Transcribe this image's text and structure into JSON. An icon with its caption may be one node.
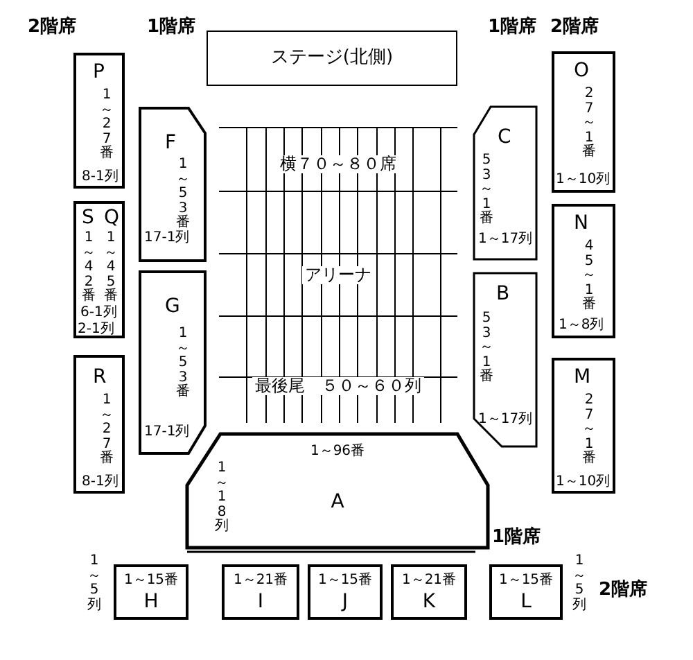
{
  "diagram": {
    "nodes": [
      {
        "text": [
          "ステージ(北側)"
        ]
      },
      {
        "text": [
          "横７０～８０席",
          "アリーナ",
          "最後尾　５０～６０列"
        ]
      },
      {
        "text": [
          "F",
          "1～53番",
          "17-1列"
        ]
      },
      {
        "text": [
          "G",
          "1～53番",
          "17-1列"
        ]
      },
      {
        "text": [
          "C",
          "53～1番",
          "1～17列"
        ]
      },
      {
        "text": [
          "B",
          "53～1番",
          "1～17列"
        ]
      },
      {
        "text": [
          "1～96番",
          "1～18列",
          "A"
        ]
      },
      {
        "text": [
          "P",
          "1～27番",
          "8-1列"
        ]
      },
      {
        "text": [
          "S",
          "Q",
          "1～42番",
          "1～45番",
          "6-1列",
          "2-1列"
        ]
      },
      {
        "text": [
          "R",
          "1～27番",
          "8-1列"
        ]
      },
      {
        "text": [
          "O",
          "27～1番",
          "1～10列"
        ]
      },
      {
        "text": [
          "N",
          "45～1番",
          "1～8列"
        ]
      },
      {
        "text": [
          "M",
          "27～1番",
          "1～10列"
        ]
      },
      {
        "text": [
          "1～15番",
          "H"
        ]
      },
      {
        "text": [
          "1～21番",
          "I"
        ]
      },
      {
        "text": [
          "1～15番",
          "J"
        ]
      },
      {
        "text": [
          "1～21番",
          "K"
        ]
      },
      {
        "text": [
          "1～15番",
          "L"
        ]
      }
    ],
    "labels": [
      "2階席",
      "1階席",
      "1階席",
      "2階席",
      "1階席",
      "1～5列",
      "1～5列",
      "2階席"
    ]
  }
}
